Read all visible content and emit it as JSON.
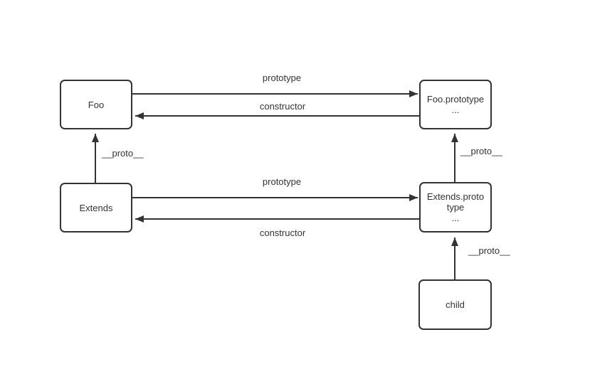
{
  "colors": {
    "line": "#333333",
    "text": "#333333",
    "node_fill": "#ffffff",
    "canvas_bg": "#ffffff"
  },
  "nodes": {
    "foo": {
      "label": "Foo"
    },
    "foo_prototype": {
      "line1": "Foo.prototype",
      "line2": "..."
    },
    "extends": {
      "label": "Extends"
    },
    "extends_prototype": {
      "line1": "Extends.proto",
      "line2": "type",
      "line3": "..."
    },
    "child": {
      "label": "child"
    }
  },
  "edges": {
    "foo_to_foo_prototype": {
      "from": "Foo",
      "to": "Foo.prototype",
      "label": "prototype"
    },
    "foo_prototype_to_foo": {
      "from": "Foo.prototype",
      "to": "Foo",
      "label": "constructor"
    },
    "extends_to_extends_prototype": {
      "from": "Extends",
      "to": "Extends.prototype",
      "label": "prototype"
    },
    "extends_prototype_to_extends": {
      "from": "Extends.prototype",
      "to": "Extends",
      "label": "constructor"
    },
    "extends_to_foo": {
      "from": "Extends",
      "to": "Foo",
      "label": "__proto__"
    },
    "extends_prototype_to_foo_prototype": {
      "from": "Extends.prototype",
      "to": "Foo.prototype",
      "label": "__proto__"
    },
    "child_to_extends_prototype": {
      "from": "child",
      "to": "Extends.prototype",
      "label": "__proto__"
    }
  }
}
